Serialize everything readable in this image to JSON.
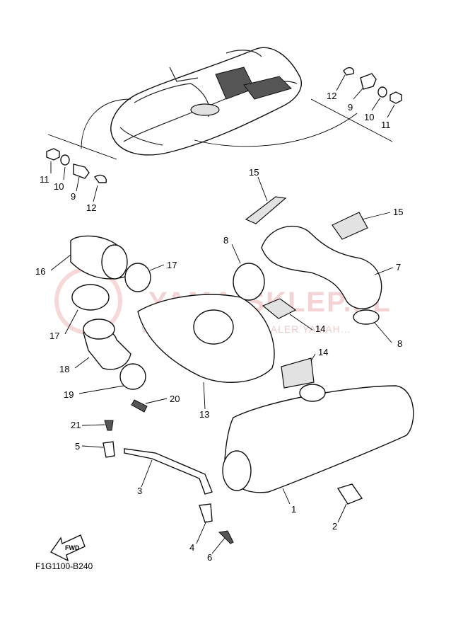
{
  "diagram_code": "F1G1100-B240",
  "watermark": {
    "brand": "YAMA-SKLEP.PL",
    "sub": "WOJCIECH ... WICZ | DEALER YAMAH..."
  },
  "fwd_label": "FWD",
  "callouts": {
    "c1": "1",
    "c2": "2",
    "c3": "3",
    "c4": "4",
    "c5": "5",
    "c6": "6",
    "c7": "7",
    "c8a": "8",
    "c8b": "8",
    "c9a": "9",
    "c9b": "9",
    "c10a": "10",
    "c10b": "10",
    "c11a": "11",
    "c11b": "11",
    "c12a": "12",
    "c12b": "12",
    "c13": "13",
    "c14a": "14",
    "c14b": "14",
    "c15a": "15",
    "c15b": "15",
    "c16": "16",
    "c17a": "17",
    "c17b": "17",
    "c18": "18",
    "c19": "19",
    "c20": "20",
    "c21": "21"
  }
}
